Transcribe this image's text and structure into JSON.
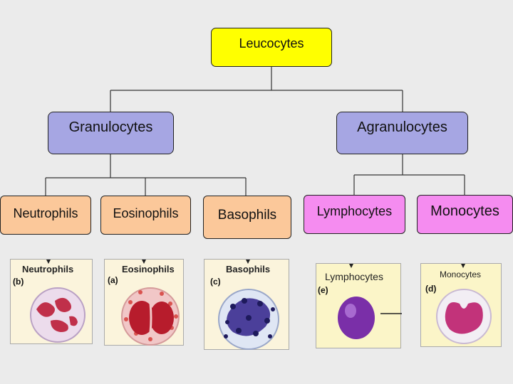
{
  "root": {
    "label": "Leucocytes"
  },
  "categories": [
    {
      "label": "Granulocytes"
    },
    {
      "label": "Agranulocytes"
    }
  ],
  "cells": [
    {
      "label": "Neutrophils",
      "image_title": "Neutrophils",
      "image_tag": "(b)"
    },
    {
      "label": "Eosinophils",
      "image_title": "Eosinophils",
      "image_tag": "(a)"
    },
    {
      "label": "Basophils",
      "image_title": "Basophils",
      "image_tag": "(c)"
    },
    {
      "label": "Lymphocytes",
      "image_title": "Lymphocytes",
      "image_tag": "(e)"
    },
    {
      "label": "Monocytes",
      "image_title": "Monocytes",
      "image_tag": "(d)"
    }
  ],
  "colors": {
    "root_fill": "#ffff00",
    "category_fill": "#a6a6e3",
    "granulocyte_leaf_fill": "#fbc89a",
    "agranulocyte_leaf_fill": "#f58cf0",
    "background": "#ebebeb"
  }
}
